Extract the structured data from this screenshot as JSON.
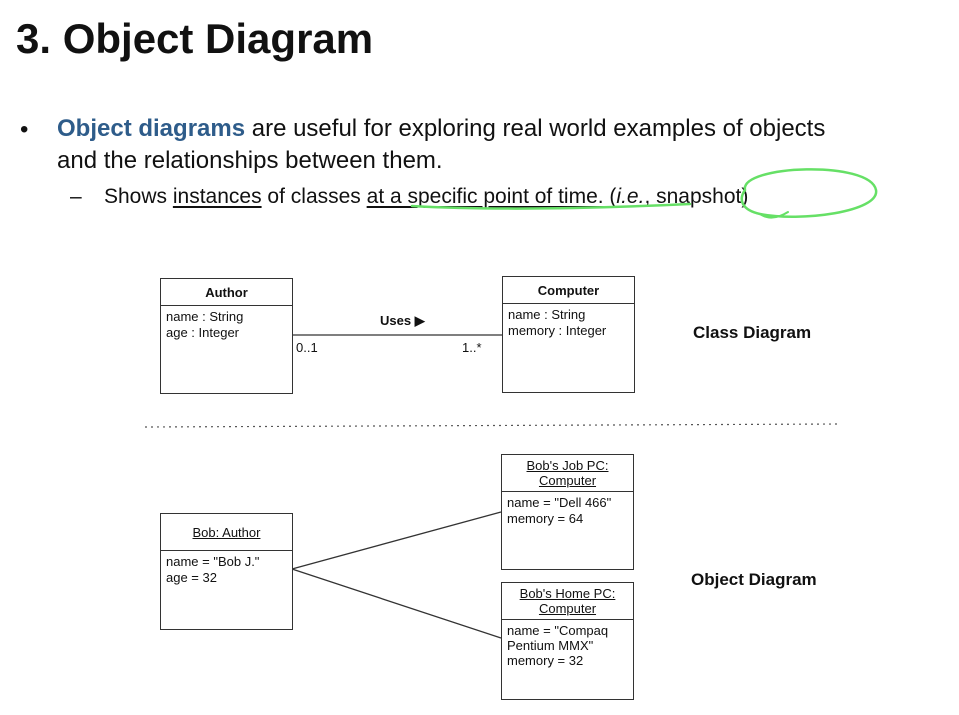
{
  "slide": {
    "title": "3. Object Diagram",
    "bullet_marker": "•",
    "bullet_term": "Object diagrams",
    "bullet_text_1": " are useful for exploring real world examples of objects",
    "bullet_text_2": "and the relationships between them.",
    "sub_marker": "–",
    "sub_text_a": "Shows ",
    "sub_instances": "instances",
    "sub_text_b": " of classes ",
    "sub_point_in_time": "at a specific point of time.",
    "sub_ie_open": " (",
    "sub_ie": "i.e.",
    "sub_comma": ", ",
    "sub_snapshot": "snapshot",
    "sub_close": ")"
  },
  "class_diagram": {
    "label": "Class Diagram",
    "author": {
      "name": "Author",
      "attrs": [
        "name : String",
        "age : Integer"
      ]
    },
    "computer": {
      "name": "Computer",
      "attrs": [
        "name : String",
        "memory : Integer"
      ]
    },
    "association": {
      "label": "Uses ▶",
      "left_mult": "0..1",
      "right_mult": "1..*"
    }
  },
  "object_diagram": {
    "label": "Object Diagram",
    "bob": {
      "name": "Bob: Author",
      "attrs": [
        "name = \"Bob J.\"",
        "age = 32"
      ]
    },
    "job_pc": {
      "name_line1": "Bob's Job PC:",
      "name_line2": "Computer",
      "attrs": [
        "name = \"Dell 466\"",
        "memory = 64"
      ]
    },
    "home_pc": {
      "name_line1": "Bob's Home PC:",
      "name_line2": "Computer",
      "attrs": [
        "name = \"Compaq",
        "Pentium MMX\"",
        "memory = 32"
      ]
    }
  },
  "colors": {
    "term": "#2e5c8a",
    "highlight": "#66e066"
  }
}
